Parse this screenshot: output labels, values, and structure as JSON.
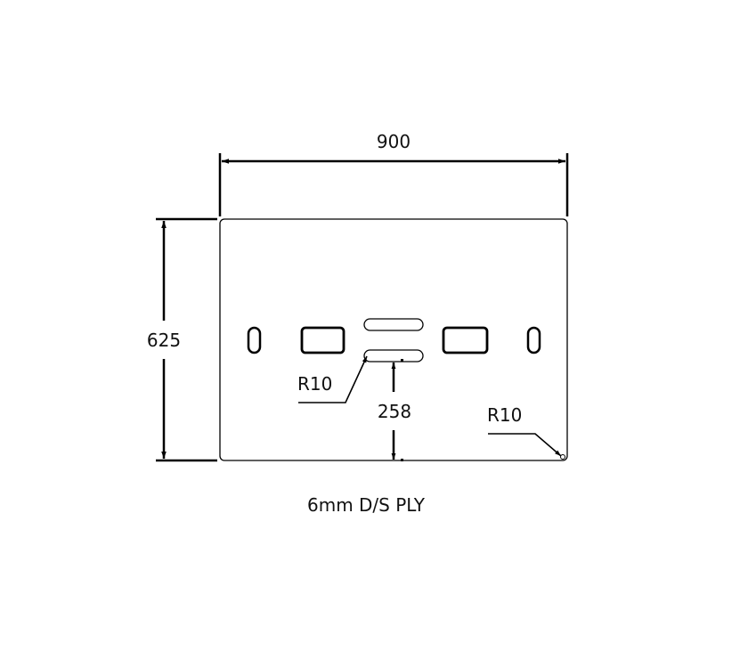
{
  "drawing": {
    "part": "board",
    "material_label": "6mm D/S PLY",
    "dimensions": {
      "width": "900",
      "height": "625",
      "hole_offset": "258",
      "slot_radius": "R10",
      "corner_radius": "R10"
    },
    "features": [
      {
        "type": "vertical-slot",
        "position": "left"
      },
      {
        "type": "rectangular-cutout",
        "position": "left-center"
      },
      {
        "type": "horizontal-slot",
        "position": "center-top"
      },
      {
        "type": "horizontal-slot",
        "position": "center-bottom"
      },
      {
        "type": "rectangular-cutout",
        "position": "right-center"
      },
      {
        "type": "vertical-slot",
        "position": "right"
      }
    ],
    "colors": {
      "line": "#000000",
      "background": "#ffffff"
    }
  }
}
